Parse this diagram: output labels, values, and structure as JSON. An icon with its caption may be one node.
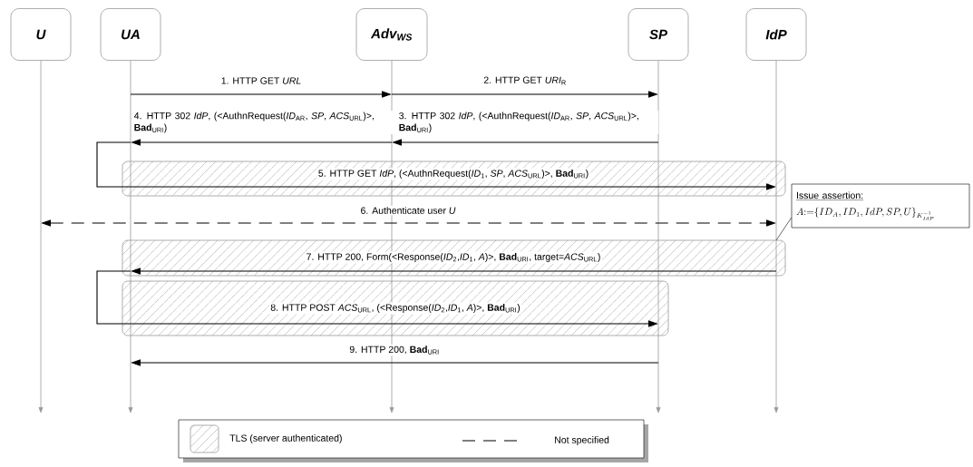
{
  "diagram": {
    "nodes": [
      {
        "text": [
          "U"
        ]
      },
      {
        "text": [
          "UA"
        ]
      },
      {
        "text": [
          "Adv$_{WS}$"
        ]
      },
      {
        "text": [
          "SP"
        ]
      },
      {
        "text": [
          "IdP"
        ]
      },
      {
        "text": [],
        "shape": "line"
      },
      {
        "text": [],
        "shape": "line"
      },
      {
        "text": [],
        "shape": "line"
      },
      {
        "text": [],
        "shape": "line"
      },
      {
        "text": [],
        "shape": "line"
      },
      {
        "text": [
          "Issue assertion:",
          "A{:=}\\{ID_A, ID_1, IdP, SP, U\\}_{K_{IdP}^{-1}}"
        ]
      }
    ],
    "edges": [
      {
        "from": 6,
        "to": 7,
        "arrow": "to",
        "label": "1. HTTP GET *URL*"
      },
      {
        "from": 7,
        "to": 8,
        "arrow": "to",
        "label": "2. HTTP GET *URI*$_{R}$"
      },
      {
        "from": 8,
        "to": 7,
        "arrow": "to",
        "label": "3. HTTP 302 *IdP*, (<AuthnRequest(*ID*$_{AR}$, *SP*, *ACS*$_{URL}$)>, **Bad**$_{URI}$)"
      },
      {
        "from": 7,
        "to": 6,
        "arrow": "to",
        "label": "4. HTTP 302 *IdP*, (<AuthnRequest(*ID*$_{AR}$, *SP*, *ACS*$_{URL}$)>, **Bad**$_{URI}$)"
      },
      {
        "from": 6,
        "to": 9,
        "arrow": "to",
        "label": "5. HTTP GET *IdP*, (<AuthnRequest(*ID*$_{1}$, *SP*, *ACS*$_{URL}$)>, **Bad**$_{URI}$)"
      },
      {
        "from": 5,
        "to": 9,
        "arrow": "both",
        "style": "dashed",
        "label": "6. Authenticate user *U*"
      },
      {
        "from": 9,
        "to": 6,
        "arrow": "to",
        "label": "7. HTTP 200, Form(<Response(*ID*$_{2}$,*ID*$_{1}$, *A*)>, **Bad**$_{URI}$, target=*ACS*$_{URL}$)"
      },
      {
        "from": 6,
        "to": 8,
        "arrow": "to",
        "label": "8. HTTP POST *ACS*$_{URL}$, (<Response(*ID*$_{2}$,*ID*$_{1}$, *A*)>, **Bad**$_{URI}$)"
      },
      {
        "from": 8,
        "to": 6,
        "arrow": "to",
        "label": "9. HTTP 200, **Bad**$_{URI}$"
      },
      {
        "from": 10,
        "to": 9,
        "arrow": "none"
      }
    ],
    "legend": [
      {
        "text": "TLS (server authenticated)"
      },
      {
        "text": "Not specified"
      }
    ]
  }
}
